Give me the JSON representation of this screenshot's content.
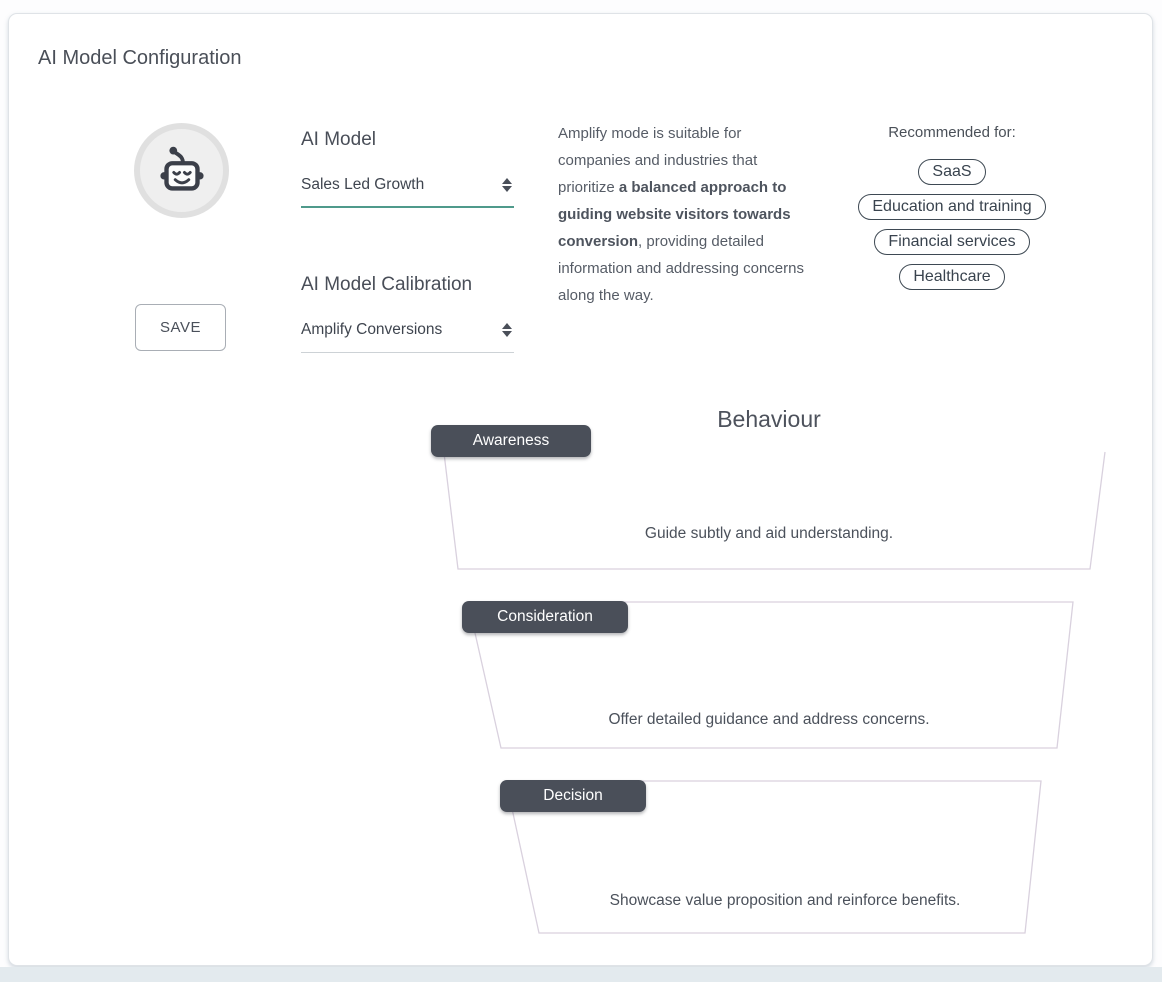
{
  "page": {
    "title": "AI Model Configuration"
  },
  "form": {
    "model_label": "AI Model",
    "model_value": "Sales Led Growth",
    "calibration_label": "AI Model Calibration",
    "calibration_value": "Amplify Conversions",
    "save_label": "SAVE"
  },
  "description": {
    "pre": "Amplify mode is suitable for companies and industries that prioritize ",
    "bold": "a balanced approach to guiding website visitors towards conversion",
    "post": ", providing detailed information and addressing concerns along the way."
  },
  "recommended": {
    "heading": "Recommended for:",
    "tags": [
      "SaaS",
      "Education and training",
      "Financial services",
      "Healthcare"
    ]
  },
  "behaviour": {
    "heading": "Behaviour",
    "stages": [
      {
        "label": "Awareness",
        "description": "Guide subtly and aid understanding."
      },
      {
        "label": "Consideration",
        "description": "Offer detailed guidance and address concerns."
      },
      {
        "label": "Decision",
        "description": "Showcase value proposition and reinforce benefits."
      }
    ]
  },
  "icons": {
    "robot_icon": "smiling-robot-face",
    "select_caret_icon": "up-down-triangles"
  },
  "colors": {
    "accent_underline_teal": "#4f9a8b",
    "inactive_underline_gray": "#cdd2d6",
    "stage_badge_background": "#4a4f59",
    "funnel_outline": "#d9d1de",
    "pill_border": "#3e4953",
    "text_primary": "#4a4f58",
    "card_border": "#dfe3e7",
    "bottom_band": "#e3eaee"
  }
}
